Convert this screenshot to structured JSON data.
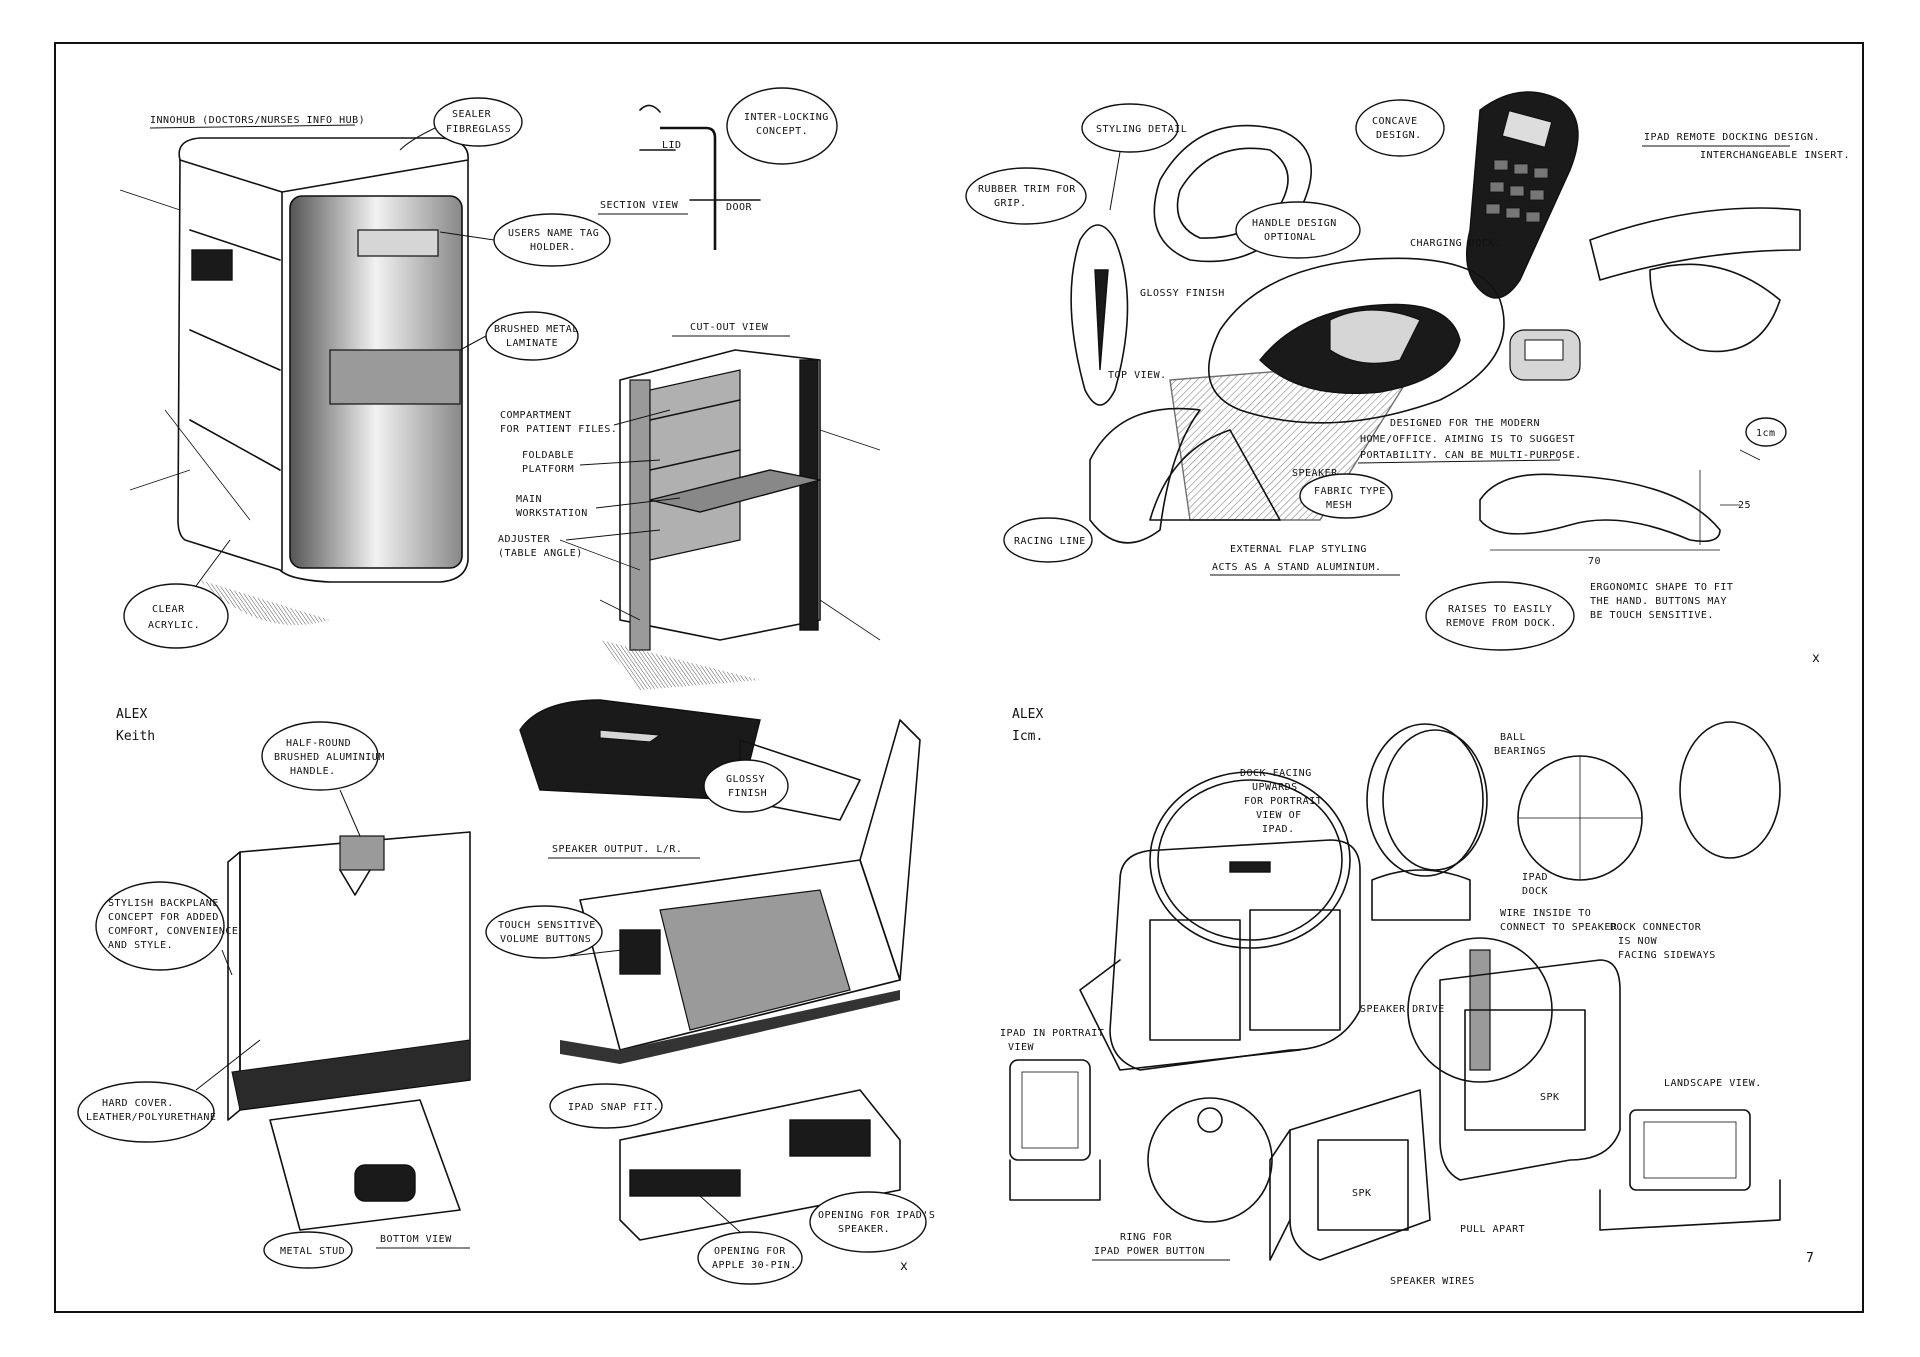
{
  "panel_tl": {
    "title": "INNOHUB (DOCTORS/NURSES INFO HUB)",
    "sealer": "SEALER",
    "sealer_sub": "FIBREGLASS",
    "interlocking_1": "INTER-LOCKING",
    "interlocking_2": "CONCEPT.",
    "lid": "LID",
    "section_view": "SECTION VIEW",
    "door": "DOOR",
    "name_tag_1": "USERS NAME TAG",
    "name_tag_2": "HOLDER.",
    "metal_1": "BRUSHED METAL",
    "metal_2": "LAMINATE",
    "cutout_view": "CUT-OUT VIEW",
    "compartment_1": "COMPARTMENT",
    "compartment_2": "FOR PATIENT FILES.",
    "foldable_1": "FOLDABLE",
    "foldable_2": "PLATFORM",
    "main_1": "MAIN",
    "main_2": "WORKSTATION",
    "adjuster_1": "ADJUSTER",
    "adjuster_2": "(TABLE ANGLE)",
    "clear_1": "CLEAR",
    "clear_2": "ACRYLIC."
  },
  "panel_tr": {
    "styling_detail": "STYLING DETAIL",
    "rubber_trim_1": "RUBBER TRIM FOR",
    "rubber_trim_2": "GRIP.",
    "concave_1": "CONCAVE",
    "concave_2": "DESIGN.",
    "handle_1": "HANDLE DESIGN",
    "handle_2": "OPTIONAL",
    "glossy_finish": "GLOSSY FINISH",
    "charging_dock": "CHARGING DOCK.",
    "top_view": "TOP VIEW.",
    "ipad_docking": "IPAD REMOTE DOCKING DESIGN.",
    "insert": "INTERCHANGEABLE INSERT.",
    "designed_1": "DESIGNED FOR THE MODERN",
    "designed_2": "HOME/OFFICE. AIMING IS TO SUGGEST",
    "designed_3": "PORTABILITY. CAN BE MULTI-PURPOSE.",
    "speaker_1": "SPEAKER",
    "speaker_2": "FABRIC TYPE",
    "speaker_3": "MESH",
    "dim_1": "1cm",
    "dim_2": "25",
    "dim_3": "70",
    "racing_line": "RACING LINE",
    "flap_1": "EXTERNAL FLAP STYLING",
    "flap_2": "ACTS AS A STAND ALUMINIUM.",
    "ergonomic_1": "ERGONOMIC SHAPE TO FIT",
    "ergonomic_2": "THE HAND. BUTTONS MAY",
    "ergonomic_3": "BE TOUCH SENSITIVE.",
    "raises_1": "RAISES TO EASILY",
    "raises_2": "REMOVE FROM DOCK.",
    "mark": "x"
  },
  "panel_bl": {
    "sign_1": "ALEX",
    "sign_2": "Keith",
    "half_round_1": "HALF-ROUND",
    "half_round_2": "BRUSHED ALUMINIUM",
    "half_round_3": "HANDLE.",
    "glossy_1": "GLOSSY",
    "glossy_2": "FINISH",
    "speaker_output": "SPEAKER OUTPUT. L/R.",
    "stylish_1": "STYLISH BACKPLANE",
    "stylish_2": "CONCEPT FOR ADDED",
    "stylish_3": "COMFORT, CONVENIENCE",
    "stylish_4": "AND STYLE.",
    "touch_1": "TOUCH SENSITIVE",
    "touch_2": "VOLUME BUTTONS",
    "hard_cover_1": "HARD COVER.",
    "hard_cover_2": "LEATHER/POLYURETHANE",
    "snap_fit": "IPAD SNAP FIT.",
    "bottom_view": "BOTTOM VIEW",
    "metal_stud": "METAL STUD",
    "opening_30_1": "OPENING FOR",
    "opening_30_2": "APPLE 30-PIN.",
    "opening_spk_1": "OPENING FOR IPAD'S",
    "opening_spk_2": "SPEAKER.",
    "mark": "x"
  },
  "panel_br": {
    "sign_1": "ALEX",
    "sign_2": "Icm.",
    "dock_up_1": "DOCK FACING",
    "dock_up_2": "UPWARDS",
    "dock_up_3": "FOR PORTRAIT",
    "dock_up_4": "VIEW OF",
    "dock_up_5": "IPAD.",
    "ball_1": "BALL",
    "ball_2": "BEARINGS",
    "ipad_dock_1": "IPAD",
    "ipad_dock_2": "DOCK",
    "wire_1": "WIRE INSIDE TO",
    "wire_2": "CONNECT TO SPEAKER.",
    "connector_1": "DOCK CONNECTOR",
    "connector_2": "IS NOW",
    "connector_3": "FACING SIDEWAYS",
    "speaker_drive": "SPEAKER DRIVE",
    "portrait_1": "IPAD IN PORTRAIT",
    "portrait_2": "VIEW",
    "landscape": "LANDSCAPE VIEW.",
    "ring_1": "RING FOR",
    "ring_2": "IPAD POWER BUTTON",
    "pull_apart": "PULL APART",
    "speaker_wires": "SPEAKER WIRES",
    "spk": "SPK",
    "mark": "7"
  }
}
